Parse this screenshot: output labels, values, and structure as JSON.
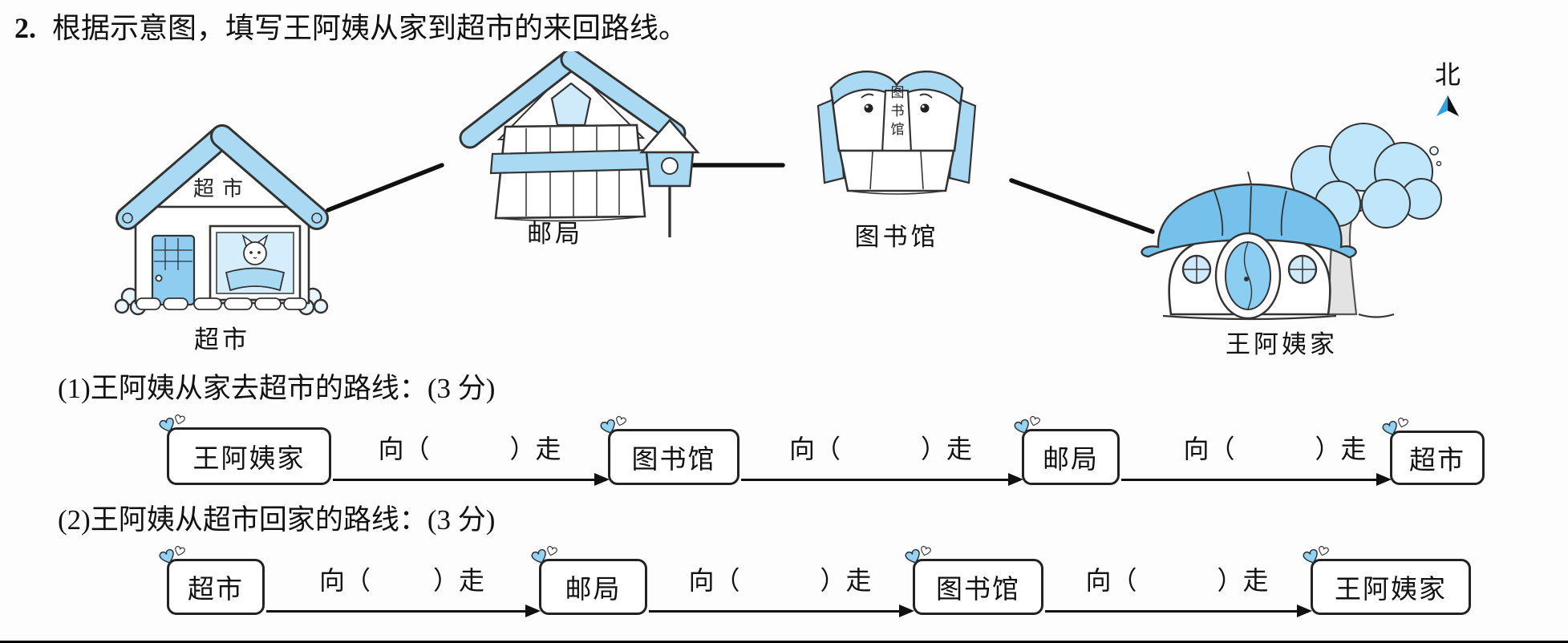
{
  "title": {
    "number": "2.",
    "text": "根据示意图，填写王阿姨从家到超市的来回路线。"
  },
  "compass": {
    "label": "北"
  },
  "map": {
    "buildings": [
      {
        "id": "supermarket",
        "label": "超市",
        "sign": "超市"
      },
      {
        "id": "post-office",
        "label": "邮局"
      },
      {
        "id": "library",
        "label": "图书馆",
        "sign": "图书馆"
      },
      {
        "id": "home",
        "label": "王阿姨家"
      }
    ]
  },
  "questions": [
    {
      "number": "(1)",
      "text": "王阿姨从家去超市的路线：",
      "score": "(3 分)"
    },
    {
      "number": "(2)",
      "text": "王阿姨从超市回家的路线：",
      "score": "(3 分)"
    }
  ],
  "connector": {
    "prefix": "向（",
    "suffix": "）走"
  },
  "routes": [
    {
      "stops": [
        "王阿姨家",
        "图书馆",
        "邮局",
        "超市"
      ]
    },
    {
      "stops": [
        "超市",
        "邮局",
        "图书馆",
        "王阿姨家"
      ]
    }
  ],
  "colors": {
    "building_blue": "#a9d9f3",
    "light_blue": "#cfeafb",
    "medium_blue": "#7fc4ed",
    "outline": "#333333",
    "compass_blue": "#2ba3e0"
  }
}
